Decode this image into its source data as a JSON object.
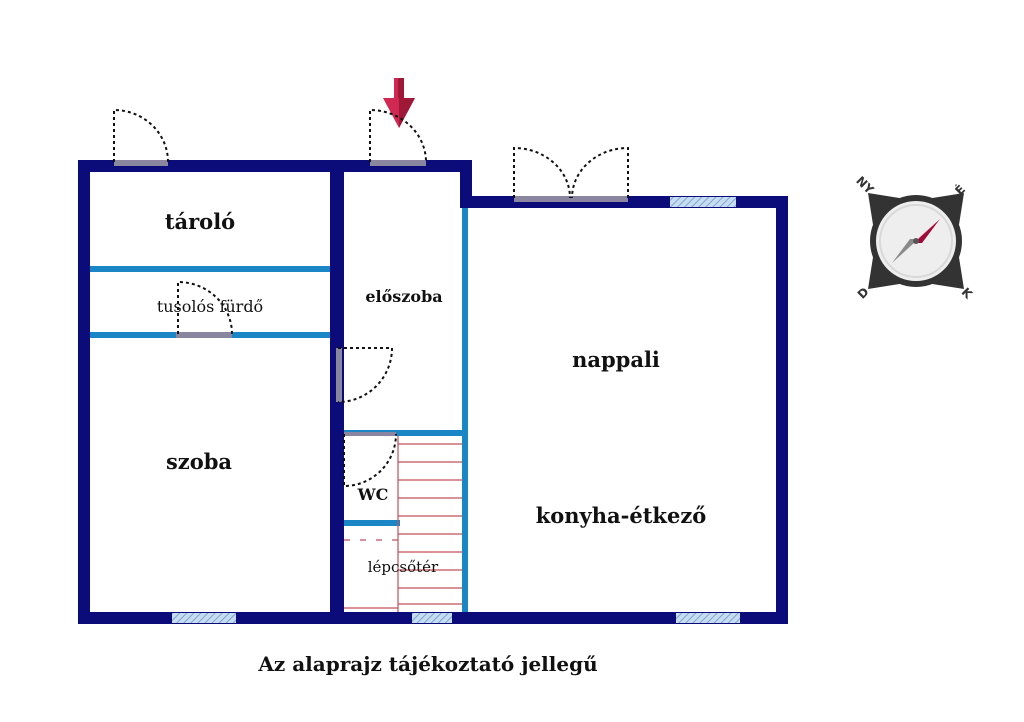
{
  "colors": {
    "outer_wall": "#0b0b7a",
    "inner_wall": "#1a86c6",
    "stair": "#c0505a",
    "arrow": "#d02850",
    "window": "#a8c8e8",
    "door_leaf": "#8a86a0",
    "compass_needle_north": "#d0104a",
    "compass_needle_south": "#a6a6a6"
  },
  "rooms": {
    "taroló": "tároló",
    "tusolos_furdo": "tusolós fürdő",
    "eloszoba": "előszoba",
    "szoba": "szoba",
    "wc": "WC",
    "lepcsoter": "lépcsőtér",
    "nappali": "nappali",
    "konyha": "konyha-étkező"
  },
  "compass": {
    "north_west": "NY",
    "north_east": "É",
    "south_west": "D",
    "south_east": "K"
  },
  "caption": "Az alaprajz tájékoztató jellegű"
}
